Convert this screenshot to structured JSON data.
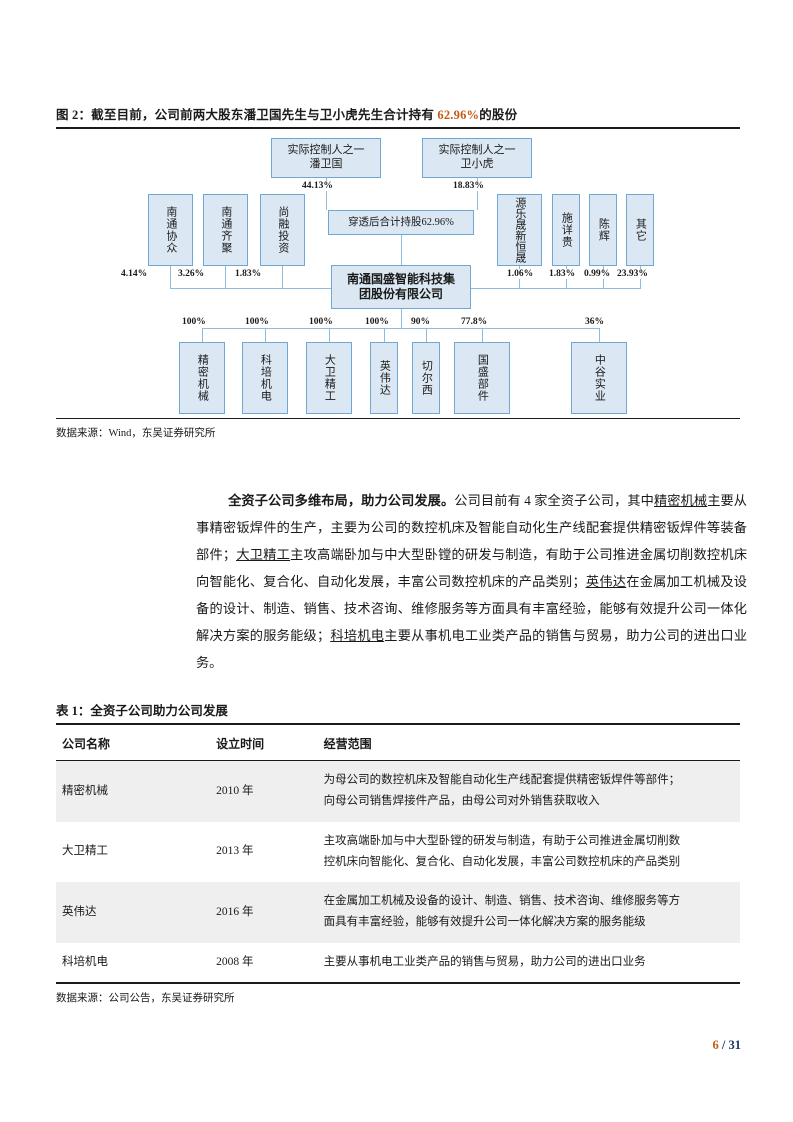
{
  "figure": {
    "caption_prefix": "图 2：截至目前，公司前两大股东潘卫国先生与卫小虎先生合计持有 ",
    "caption_pct": "62.96%",
    "caption_suffix": "的股份",
    "source": "数据来源：Wind，东吴证券研究所",
    "nodes": {
      "controller1_line1": "实际控制人之一",
      "controller1_line2": "潘卫国",
      "controller2_line1": "实际控制人之一",
      "controller2_line2": "卫小虎",
      "aggregate": "穿透后合计持股62.96%",
      "company_line1": "南通国盛智能科技集",
      "company_line2": "团股份有限公司",
      "shareholder1": "南通协众",
      "shareholder2": "南通齐聚",
      "shareholder3": "尚融投资",
      "shareholder4": "源乐晟新恒晟",
      "shareholder5": "施详贵",
      "shareholder6": "陈辉",
      "shareholder7": "其它",
      "sub1": "精密机械",
      "sub2": "科培机电",
      "sub3": "大卫精工",
      "sub4": "英伟达",
      "sub5": "切尔西",
      "sub6": "国盛部件",
      "sub7": "中谷实业"
    },
    "percents": {
      "controller1": "44.13%",
      "controller2": "18.83%",
      "shareholder1": "4.14%",
      "shareholder2": "3.26%",
      "shareholder3": "1.83%",
      "shareholder4": "1.06%",
      "shareholder5": "1.83%",
      "shareholder6": "0.99%",
      "shareholder7": "23.93%",
      "sub1": "100%",
      "sub2": "100%",
      "sub3": "100%",
      "sub4": "100%",
      "sub5": "90%",
      "sub6": "77.8%",
      "sub7": "36%"
    }
  },
  "paragraph": {
    "lead": "全资子公司多维布局，助力公司发展。",
    "t1": "公司目前有 4 家全资子公司，其中",
    "u1": "精密机械",
    "t2": "主要从事精密钣焊件的生产，主要为公司的数控机床及智能自动化生产线配套提供精密钣焊件等装备部件；",
    "u2": "大卫精工",
    "t3": "主攻高端卧加与中大型卧镗的研发与制造，有助于公司推进金属切削数控机床向智能化、复合化、自动化发展，丰富公司数控机床的产品类别；",
    "u3": "英伟达",
    "t4": "在金属加工机械及设备的设计、制造、销售、技术咨询、维修服务等方面具有丰富经验，能够有效提升公司一体化解决方案的服务能级；",
    "u4": "科培机电",
    "t5": "主要从事机电工业类产品的销售与贸易，助力公司的进出口业务。"
  },
  "table": {
    "caption": "表 1：全资子公司助力公司发展",
    "headers": [
      "公司名称",
      "设立时间",
      "经营范围"
    ],
    "rows": [
      {
        "name": "精密机械",
        "year": "2010 年",
        "scope_line1": "为母公司的数控机床及智能自动化生产线配套提供精密钣焊件等部件；",
        "scope_line2": "向母公司销售焊接件产品，由母公司对外销售获取收入"
      },
      {
        "name": "大卫精工",
        "year": "2013 年",
        "scope_line1": "主攻高端卧加与中大型卧镗的研发与制造，有助于公司推进金属切削数",
        "scope_line2": "控机床向智能化、复合化、自动化发展，丰富公司数控机床的产品类别"
      },
      {
        "name": "英伟达",
        "year": "2016 年",
        "scope_line1": "在金属加工机械及设备的设计、制造、销售、技术咨询、维修服务等方",
        "scope_line2": "面具有丰富经验，能够有效提升公司一体化解决方案的服务能级"
      },
      {
        "name": "科培机电",
        "year": "2008 年",
        "scope_line1": "主要从事机电工业类产品的销售与贸易，助力公司的进出口业务",
        "scope_line2": ""
      }
    ],
    "source": "数据来源：公司公告，东吴证券研究所"
  },
  "footer": {
    "page": "6",
    "separator": " / ",
    "total": "31"
  }
}
